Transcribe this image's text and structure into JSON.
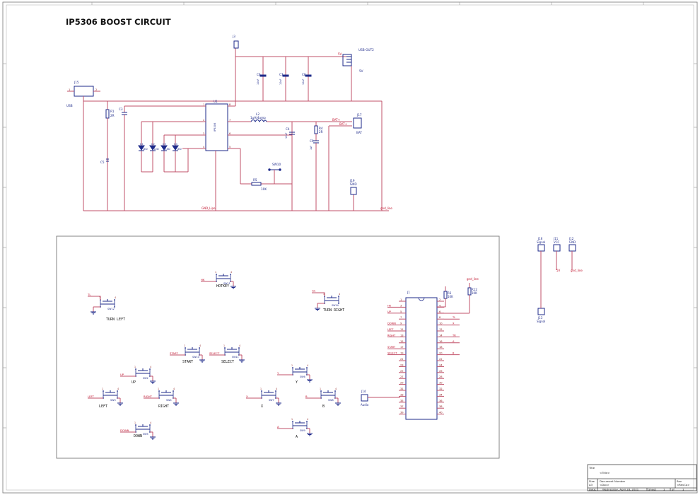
{
  "sheet_title": "IP5306 BOOST CIRCUIT",
  "colors": {
    "wire": "#c0506a",
    "part": "#1e2a8a",
    "pinnum": "#8b1a1a",
    "netlabel": "#c0102a",
    "frame": "#777777"
  },
  "boost": {
    "u1": {
      "ref": "U1",
      "value": "IP5306"
    },
    "j15": {
      "ref": "J15",
      "value": "USB"
    },
    "j3": {
      "ref": "J3",
      "value": "5V"
    },
    "usb_out": {
      "ref": "USB-OUT2",
      "value": "5V"
    },
    "j7": {
      "ref": "J17",
      "value": "BAT"
    },
    "j19": {
      "ref": "J19",
      "value": "GND"
    },
    "l2": {
      "ref": "L2",
      "value": "1uH/4amp"
    },
    "r1": {
      "ref": "R1",
      "value": "2R"
    },
    "r4": {
      "ref": "R4",
      "value": "2R"
    },
    "r5": {
      "ref": "R5",
      "value": "10K"
    },
    "c3": {
      "ref": "C3"
    },
    "c5": {
      "ref": "C5"
    },
    "c6": {
      "ref": "C6",
      "value": "10uF"
    },
    "c7": {
      "ref": "C7",
      "value": "10uF"
    },
    "c8": {
      "ref": "C8",
      "value": "10uF"
    },
    "c4": {
      "ref": "C4",
      "value": "10uF"
    },
    "c9": {
      "ref": "C9",
      "value": "1uF"
    },
    "sw10": {
      "ref": "SW10"
    },
    "leds": [
      "D1",
      "D2",
      "D3",
      "D4"
    ],
    "led_value": "LED",
    "net_5v": "5V",
    "net_bat": "BAT+",
    "net_gnd": "GND_Lipo",
    "net_gnd_row": "gnd_line"
  },
  "connectors": [
    {
      "ref": "J16",
      "value": "Signal"
    },
    {
      "ref": "J11",
      "value": "VCC"
    },
    {
      "ref": "J12",
      "value": "GND"
    },
    {
      "ref": "J13",
      "value": "Signal"
    }
  ],
  "connector_nets": [
    "5V",
    "gnd_line"
  ],
  "buttons": [
    {
      "ref": "SW12",
      "label": "TURN LEFT",
      "net": "TL"
    },
    {
      "ref": "SW11",
      "label": "HOTKEY",
      "net": "HK"
    },
    {
      "ref": "SW14",
      "label": "TURN RIGHT",
      "net": "TR"
    },
    {
      "ref": "SW10",
      "label": "START",
      "net": "START"
    },
    {
      "ref": "SW11",
      "label": "SELECT",
      "net": "SELECT"
    },
    {
      "ref": "SW2",
      "label": "UP",
      "net": "UP"
    },
    {
      "ref": "SW3",
      "label": "LEFT",
      "net": "LEFT"
    },
    {
      "ref": "SW4",
      "label": "RIGHT",
      "net": "RIGHT"
    },
    {
      "ref": "SW5",
      "label": "DOWN",
      "net": "DOWN"
    },
    {
      "ref": "SW6",
      "label": "Y",
      "net": "Y"
    },
    {
      "ref": "SW7",
      "label": "X",
      "net": "X"
    },
    {
      "ref": "SW8",
      "label": "B",
      "net": "B"
    },
    {
      "ref": "SW9",
      "label": "A",
      "net": "A"
    }
  ],
  "mcu": {
    "ref": "J1",
    "left_pins": [
      "1",
      "3",
      "5",
      "7",
      "9",
      "11",
      "13",
      "15",
      "17",
      "19",
      "21",
      "23",
      "25",
      "27",
      "29",
      "31",
      "33",
      "35",
      "37",
      "39"
    ],
    "right_pins": [
      "2",
      "4",
      "6",
      "8",
      "10",
      "12",
      "14",
      "16",
      "18",
      "20",
      "22",
      "24",
      "26",
      "28",
      "30",
      "32",
      "34",
      "36",
      "38",
      "40"
    ],
    "left_nets": [
      "",
      "HK",
      "UP",
      "",
      "DOWN",
      "LEFT",
      "RIGHT",
      "",
      "START",
      "SELECT",
      "",
      "",
      "",
      "",
      "",
      "",
      "",
      "",
      "",
      ""
    ],
    "right_nets": [
      "",
      "",
      "",
      "TL",
      "X",
      "",
      "TR",
      "A",
      "",
      "B",
      "",
      "",
      "",
      "",
      "",
      "",
      "",
      "",
      "",
      ""
    ],
    "r_a": {
      "ref": "R3",
      "value": "10K"
    },
    "r_b": {
      "ref": "R12",
      "value": "10K"
    },
    "rail_label": "gnd_line"
  },
  "audio": {
    "ref": "J14",
    "value": "Audio"
  },
  "titleblock": {
    "title_label": "Title",
    "title_value": "<Title>",
    "size_label": "Size",
    "size_value": "A3",
    "doc_label": "Document Number",
    "doc_value": "<Doc>",
    "rev_label": "Rev",
    "rev_value": "<RevCo>",
    "date_label": "Date:",
    "date_value": "Wednesday, April 28, 2021",
    "sheet_label": "Sheet",
    "sheet_value": "1",
    "of_label": "of",
    "of_value": "1"
  }
}
